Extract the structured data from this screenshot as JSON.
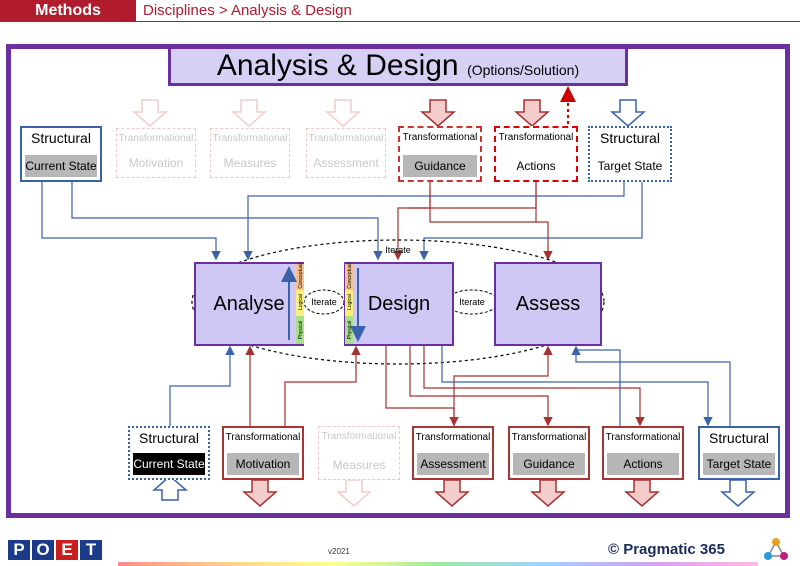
{
  "header": {
    "section": "Methods",
    "breadcrumb": "Disciplines > Analysis & Design"
  },
  "title": {
    "main": "Analysis & Design",
    "sub": "(Options/Solution)"
  },
  "top_row": [
    {
      "caption": "Structural",
      "value": "Current State",
      "style": "structural"
    },
    {
      "caption": "Transformational",
      "value": "Motivation",
      "style": "faded"
    },
    {
      "caption": "Transformational",
      "value": "Measures",
      "style": "faded"
    },
    {
      "caption": "Transformational",
      "value": "Assessment",
      "style": "faded"
    },
    {
      "caption": "Transformational",
      "value": "Guidance",
      "style": "transformational"
    },
    {
      "caption": "Transformational",
      "value": "Actions",
      "style": "transformational"
    },
    {
      "caption": "Structural",
      "value": "Target State",
      "style": "structural"
    }
  ],
  "processes": {
    "analyse": "Analyse",
    "design": "Design",
    "assess": "Assess"
  },
  "iterate_labels": {
    "top": "Iterate",
    "left": "Iterate",
    "right": "Iterate"
  },
  "side_bars": {
    "conceptual": "Conceptual",
    "logical": "Logical",
    "physical": "Physical"
  },
  "bottom_row": [
    {
      "caption": "Structural",
      "value": "Current State",
      "style": "structural"
    },
    {
      "caption": "Transformational",
      "value": "Motivation",
      "style": "transformational"
    },
    {
      "caption": "Transformational",
      "value": "Measures",
      "style": "faded"
    },
    {
      "caption": "Transformational",
      "value": "Assessment",
      "style": "transformational"
    },
    {
      "caption": "Transformational",
      "value": "Guidance",
      "style": "transformational"
    },
    {
      "caption": "Transformational",
      "value": "Actions",
      "style": "transformational"
    },
    {
      "caption": "Structural",
      "value": "Target State",
      "style": "structural"
    }
  ],
  "footer": {
    "logo_letters": [
      "P",
      "O",
      "E",
      "T"
    ],
    "version": "v2021",
    "brand": "© Pragmatic 365"
  },
  "colors": {
    "accent": "#6b2fa0",
    "methods_red": "#b01c2e",
    "structural_blue": "#3a62a8",
    "transformational_red": "#a33333"
  }
}
